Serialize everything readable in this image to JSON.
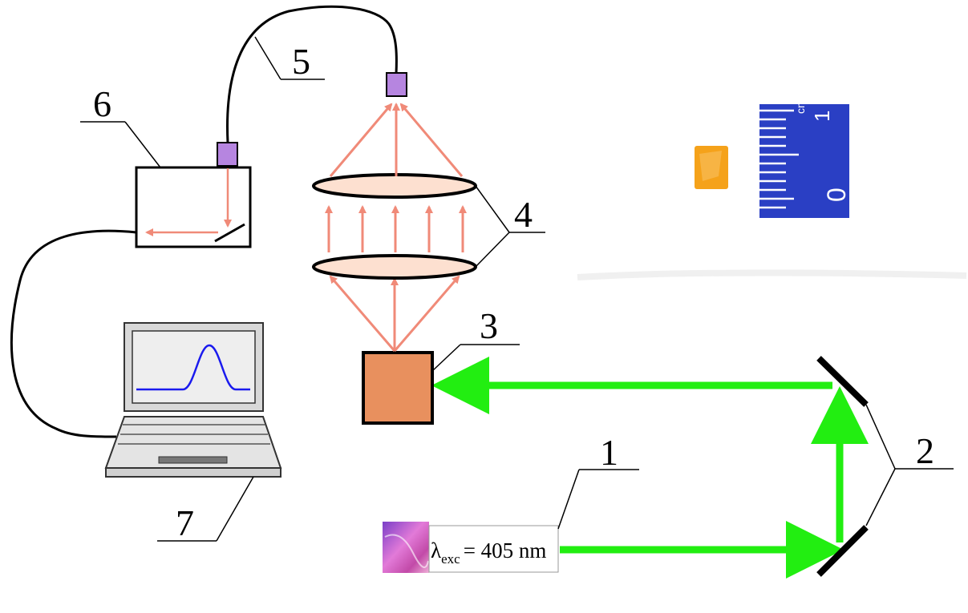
{
  "labels": {
    "laser": "1",
    "mirrors": "2",
    "sample": "3",
    "lenses": "4",
    "fiber": "5",
    "spectrometer": "6",
    "computer": "7"
  },
  "excitation": {
    "lambda": "λ",
    "subscript": "exc",
    "value": "= 405 nm"
  },
  "ruler": {
    "unit": "cm",
    "mark_one": "1",
    "mark_zero": "0"
  },
  "colors": {
    "laser_beam": "#22ee11",
    "emission": "#f08a78",
    "sample_fill": "#e8905e",
    "lens_fill": "#fde0d0",
    "fiber_connector": "#b685e0",
    "spectrum_curve": "#1a1aee",
    "ruler_blue": "#2a3fc4",
    "crystal_orange": "#f5a21a"
  }
}
